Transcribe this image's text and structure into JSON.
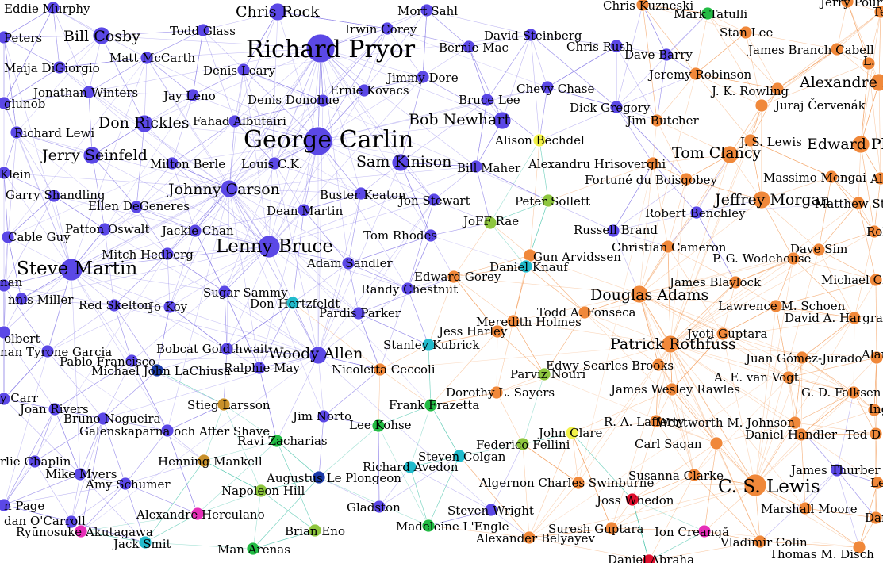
{
  "colors": {
    "purple": "#5b48e6",
    "orange": "#f0883a",
    "green": "#22bb44",
    "lime": "#8ec63f",
    "cyan": "#22bbcc",
    "yellow": "#f2f24a",
    "magenta": "#e62eb8",
    "red": "#e0102e",
    "navy": "#1a3aa8",
    "brown": "#c8902a",
    "edge_purple": "#8a7ee8",
    "edge_orange": "#f4a466",
    "edge_teal": "#55c8b0"
  },
  "nodes": [
    {
      "label": "Eddie Murphy",
      "group": "purple",
      "size": "s"
    },
    {
      "label": "Chris Rock",
      "group": "purple",
      "size": "m"
    },
    {
      "label": "Mort Sahl",
      "group": "purple",
      "size": "s"
    },
    {
      "label": "Irwin Corey",
      "group": "purple",
      "size": "s"
    },
    {
      "label": "Chris Kuzneski",
      "group": "orange",
      "size": "s"
    },
    {
      "label": "Mark Tatulli",
      "group": "green",
      "size": "s"
    },
    {
      "label": "Jerry Pournelle",
      "group": "orange",
      "size": "s"
    },
    {
      "label": "Terry",
      "group": "orange",
      "size": "s"
    },
    {
      "label": "Peters",
      "group": "purple",
      "size": "s"
    },
    {
      "label": "Bill Cosby",
      "group": "purple",
      "size": "m"
    },
    {
      "label": "Todd Glass",
      "group": "purple",
      "size": "s"
    },
    {
      "label": "Richard Pryor",
      "group": "purple",
      "size": "xl"
    },
    {
      "label": "David Steinberg",
      "group": "purple",
      "size": "s"
    },
    {
      "label": "Stan Lee",
      "group": "orange",
      "size": "s"
    },
    {
      "label": "Maija DiGiorgio",
      "group": "purple",
      "size": "s"
    },
    {
      "label": "Matt McCarth",
      "group": "purple",
      "size": "s"
    },
    {
      "label": "Bernie Mac",
      "group": "purple",
      "size": "s"
    },
    {
      "label": "Chris Rush",
      "group": "purple",
      "size": "s"
    },
    {
      "label": "Dave Barry",
      "group": "purple",
      "size": "s"
    },
    {
      "label": "James Branch Cabell",
      "group": "orange",
      "size": "s"
    },
    {
      "label": "L.",
      "group": "orange",
      "size": "s"
    },
    {
      "label": "Denis Leary",
      "group": "purple",
      "size": "s"
    },
    {
      "label": "Jimmy Dore",
      "group": "purple",
      "size": "s"
    },
    {
      "label": "Jeremy Robinson",
      "group": "orange",
      "size": "s"
    },
    {
      "label": "Alexandre D",
      "group": "orange",
      "size": "m"
    },
    {
      "label": "Jonathan Winters",
      "group": "purple",
      "size": "s"
    },
    {
      "label": "Jay Leno",
      "group": "purple",
      "size": "s"
    },
    {
      "label": "Ernie Kovacs",
      "group": "purple",
      "size": "s"
    },
    {
      "label": "Chevy Chase",
      "group": "purple",
      "size": "s"
    },
    {
      "label": "J. K. Rowling",
      "group": "orange",
      "size": "s"
    },
    {
      "label": "glunob",
      "group": "purple",
      "size": "s"
    },
    {
      "label": "Denis Donohue",
      "group": "purple",
      "size": "s"
    },
    {
      "label": "Bruce Lee",
      "group": "purple",
      "size": "s"
    },
    {
      "label": "Dick Gregory",
      "group": "purple",
      "size": "s"
    },
    {
      "label": "Juraj Červenák",
      "group": "orange",
      "size": "s"
    },
    {
      "label": "Richard Lewi",
      "group": "purple",
      "size": "s"
    },
    {
      "label": "Don Rickles",
      "group": "purple",
      "size": "m"
    },
    {
      "label": "Fahad Albutairi",
      "group": "purple",
      "size": "s"
    },
    {
      "label": "Bob Newhart",
      "group": "purple",
      "size": "m"
    },
    {
      "label": "Jim Butcher",
      "group": "orange",
      "size": "s"
    },
    {
      "label": "George Carlin",
      "group": "purple",
      "size": "xl"
    },
    {
      "label": "Alison Bechdel",
      "group": "yellow",
      "size": "s"
    },
    {
      "label": "J. S. Lewis",
      "group": "orange",
      "size": "s"
    },
    {
      "label": "Edward Plu",
      "group": "orange",
      "size": "m"
    },
    {
      "label": "Jerry Seinfeld",
      "group": "purple",
      "size": "m"
    },
    {
      "label": "Tom Clancy",
      "group": "orange",
      "size": "m"
    },
    {
      "label": "Sam Kinison",
      "group": "purple",
      "size": "m"
    },
    {
      "label": "Alexandru Hrisoverghi",
      "group": "orange",
      "size": "s"
    },
    {
      "label": "Klein",
      "group": "purple",
      "size": "s"
    },
    {
      "label": "Milton Berle",
      "group": "purple",
      "size": "s"
    },
    {
      "label": "Louis C.K.",
      "group": "purple",
      "size": "s"
    },
    {
      "label": "Bill Maher",
      "group": "purple",
      "size": "s"
    },
    {
      "label": "Fortuné du Boisgobey",
      "group": "orange",
      "size": "s"
    },
    {
      "label": "Massimo Mongai",
      "group": "orange",
      "size": "s"
    },
    {
      "label": "Al",
      "group": "orange",
      "size": "s"
    },
    {
      "label": "Garry Shandling",
      "group": "purple",
      "size": "s"
    },
    {
      "label": "Johnny Carson",
      "group": "purple",
      "size": "m"
    },
    {
      "label": "Buster Keaton",
      "group": "purple",
      "size": "s"
    },
    {
      "label": "Jon Stewart",
      "group": "purple",
      "size": "s"
    },
    {
      "label": "Peter Sollett",
      "group": "lime",
      "size": "s"
    },
    {
      "label": "Jeffrey Morgan",
      "group": "orange",
      "size": "m"
    },
    {
      "label": "Matthew Sto",
      "group": "orange",
      "size": "s"
    },
    {
      "label": "Ellen DeGeneres",
      "group": "purple",
      "size": "s"
    },
    {
      "label": "Dean Martin",
      "group": "purple",
      "size": "s"
    },
    {
      "label": "Robert Benchley",
      "group": "purple",
      "size": "s"
    },
    {
      "label": "JoFF Rae",
      "group": "lime",
      "size": "s"
    },
    {
      "label": "Cable Guy",
      "group": "purple",
      "size": "s"
    },
    {
      "label": "Patton Oswalt",
      "group": "purple",
      "size": "s"
    },
    {
      "label": "Jackie Chan",
      "group": "purple",
      "size": "s"
    },
    {
      "label": "Tom Rhodes",
      "group": "purple",
      "size": "s"
    },
    {
      "label": "Russell Brand",
      "group": "purple",
      "size": "s"
    },
    {
      "label": "Robe",
      "group": "orange",
      "size": "s"
    },
    {
      "label": "Lenny Bruce",
      "group": "purple",
      "size": "l"
    },
    {
      "label": "Mitch Hedberg",
      "group": "purple",
      "size": "s"
    },
    {
      "label": "Christian Cameron",
      "group": "orange",
      "size": "s"
    },
    {
      "label": "Dave Sim",
      "group": "orange",
      "size": "s"
    },
    {
      "label": "Steve Martin",
      "group": "purple",
      "size": "l"
    },
    {
      "label": "Gun Arvidssen",
      "group": "orange",
      "size": "s"
    },
    {
      "label": "P. G. Wodehouse",
      "group": "orange",
      "size": "s"
    },
    {
      "label": "Adam Sandler",
      "group": "purple",
      "size": "s"
    },
    {
      "label": "Daniel Knauf",
      "group": "cyan",
      "size": "s"
    },
    {
      "label": "Michael Cr",
      "group": "orange",
      "size": "s"
    },
    {
      "label": "nan",
      "group": "purple",
      "size": "s"
    },
    {
      "label": "Edward Gorey",
      "group": "orange",
      "size": "s"
    },
    {
      "label": "James Blaylock",
      "group": "orange",
      "size": "s"
    },
    {
      "label": "nnis Miller",
      "group": "purple",
      "size": "s"
    },
    {
      "label": "Sugar Sammy",
      "group": "purple",
      "size": "s"
    },
    {
      "label": "Randy Chestnut",
      "group": "purple",
      "size": "s"
    },
    {
      "label": "Douglas Adams",
      "group": "orange",
      "size": "m"
    },
    {
      "label": "Red Skelton",
      "group": "purple",
      "size": "s"
    },
    {
      "label": "Jo Koy",
      "group": "purple",
      "size": "s"
    },
    {
      "label": "Don Hertzfeldt",
      "group": "cyan",
      "size": "s"
    },
    {
      "label": "Lawrence M. Schoen",
      "group": "orange",
      "size": "s"
    },
    {
      "label": "Pardis Parker",
      "group": "purple",
      "size": "s"
    },
    {
      "label": "Todd A. Fonseca",
      "group": "orange",
      "size": "s"
    },
    {
      "label": "David A. Hargrav",
      "group": "orange",
      "size": "s"
    },
    {
      "label": "olbert",
      "group": "purple",
      "size": "s"
    },
    {
      "label": "Meredith Holmes",
      "group": "orange",
      "size": "s"
    },
    {
      "label": "Jess Harley",
      "group": "orange",
      "size": "s"
    },
    {
      "label": "Jyoti Guptara",
      "group": "orange",
      "size": "s"
    },
    {
      "label": "nan Tyrone Garcia",
      "group": "purple",
      "size": "s"
    },
    {
      "label": "Bobcat Goldthwait",
      "group": "purple",
      "size": "s"
    },
    {
      "label": "Woody Allen",
      "group": "purple",
      "size": "m"
    },
    {
      "label": "Stanley Kubrick",
      "group": "cyan",
      "size": "s"
    },
    {
      "label": "Patrick Rothfuss",
      "group": "orange",
      "size": "m"
    },
    {
      "label": "Alan",
      "group": "orange",
      "size": "s"
    },
    {
      "label": "Pablo Francisco",
      "group": "purple",
      "size": "s"
    },
    {
      "label": "Juan Gómez-Jurado",
      "group": "orange",
      "size": "s"
    },
    {
      "label": "Michael John LaChiusa",
      "group": "navy",
      "size": "s"
    },
    {
      "label": "Ralphie May",
      "group": "purple",
      "size": "s"
    },
    {
      "label": "Nicoletta Ceccoli",
      "group": "orange",
      "size": "s"
    },
    {
      "label": "Edwy Searles Brooks",
      "group": "orange",
      "size": "s"
    },
    {
      "label": "Parviz Nouri",
      "group": "lime",
      "size": "s"
    },
    {
      "label": "A. E. van Vogt",
      "group": "orange",
      "size": "s"
    },
    {
      "label": "y Carr",
      "group": "purple",
      "size": "s"
    },
    {
      "label": "James Wesley Rawles",
      "group": "orange",
      "size": "s"
    },
    {
      "label": "G. D. Falksen",
      "group": "orange",
      "size": "s"
    },
    {
      "label": "Joan Rivers",
      "group": "purple",
      "size": "s"
    },
    {
      "label": "Stieg Larsson",
      "group": "brown",
      "size": "s"
    },
    {
      "label": "Frank Frazetta",
      "group": "green",
      "size": "s"
    },
    {
      "label": "Dorothy L. Sayers",
      "group": "orange",
      "size": "s"
    },
    {
      "label": "Ing",
      "group": "orange",
      "size": "s"
    },
    {
      "label": "Bruno Nogueira",
      "group": "purple",
      "size": "s"
    },
    {
      "label": "Jim Norto",
      "group": "purple",
      "size": "s"
    },
    {
      "label": "Lee Kohse",
      "group": "green",
      "size": "s"
    },
    {
      "label": "R. A. Lafferty",
      "group": "orange",
      "size": "s"
    },
    {
      "label": "Wentworth M. Johnson",
      "group": "orange",
      "size": "s"
    },
    {
      "label": "Galenskaparna och After Shave",
      "group": "purple",
      "size": "s"
    },
    {
      "label": "John Clare",
      "group": "yellow",
      "size": "s"
    },
    {
      "label": "Daniel Handler",
      "group": "orange",
      "size": "s"
    },
    {
      "label": "Ted D",
      "group": "orange",
      "size": "s"
    },
    {
      "label": "Ravi Zacharias",
      "group": "green",
      "size": "s"
    },
    {
      "label": "Federico Fellini",
      "group": "lime",
      "size": "s"
    },
    {
      "label": "Carl Sagan",
      "group": "orange",
      "size": "s"
    },
    {
      "label": "rlie Chaplin",
      "group": "purple",
      "size": "s"
    },
    {
      "label": "Steven Colgan",
      "group": "cyan",
      "size": "s"
    },
    {
      "label": "Henning Mankell",
      "group": "brown",
      "size": "s"
    },
    {
      "label": "James Thurber",
      "group": "purple",
      "size": "s"
    },
    {
      "label": "Mike Myers",
      "group": "purple",
      "size": "s"
    },
    {
      "label": "Richard Avedon",
      "group": "cyan",
      "size": "s"
    },
    {
      "label": "Augustus Le Plongeon",
      "group": "navy",
      "size": "s"
    },
    {
      "label": "Susanna Clarke",
      "group": "orange",
      "size": "s"
    },
    {
      "label": "Amy Schumer",
      "group": "purple",
      "size": "s"
    },
    {
      "label": "Algernon Charles Swinburne",
      "group": "orange",
      "size": "s"
    },
    {
      "label": "C. S. Lewis",
      "group": "orange",
      "size": "l"
    },
    {
      "label": "Le",
      "group": "orange",
      "size": "s"
    },
    {
      "label": "Napoleon Hill",
      "group": "lime",
      "size": "s"
    },
    {
      "label": "Joss Whedon",
      "group": "red",
      "size": "s"
    },
    {
      "label": "n Page",
      "group": "purple",
      "size": "s"
    },
    {
      "label": "Gladston",
      "group": "purple",
      "size": "s"
    },
    {
      "label": "Steven Wright",
      "group": "purple",
      "size": "s"
    },
    {
      "label": "Marshall Moore",
      "group": "orange",
      "size": "s"
    },
    {
      "label": "Dan B",
      "group": "orange",
      "size": "s"
    },
    {
      "label": "dan O'Carroll",
      "group": "purple",
      "size": "s"
    },
    {
      "label": "Alexandre Herculano",
      "group": "magenta",
      "size": "s"
    },
    {
      "label": "Ryūnosuke Akutagawa",
      "group": "magenta",
      "size": "s"
    },
    {
      "label": "Brian Eno",
      "group": "lime",
      "size": "s"
    },
    {
      "label": "Madeleine L'Engle",
      "group": "green",
      "size": "s"
    },
    {
      "label": "Suresh Guptara",
      "group": "orange",
      "size": "s"
    },
    {
      "label": "Ion Creangă",
      "group": "magenta",
      "size": "s"
    },
    {
      "label": "Vladimir Colin",
      "group": "orange",
      "size": "s"
    },
    {
      "label": "Jack Smit",
      "group": "cyan",
      "size": "s"
    },
    {
      "label": "Man Arenas",
      "group": "green",
      "size": "s"
    },
    {
      "label": "Alexander Belyayev",
      "group": "orange",
      "size": "s"
    },
    {
      "label": "Thomas M. Disch",
      "group": "orange",
      "size": "s"
    },
    {
      "label": "Daniel Abraha",
      "group": "red",
      "size": "s"
    }
  ]
}
